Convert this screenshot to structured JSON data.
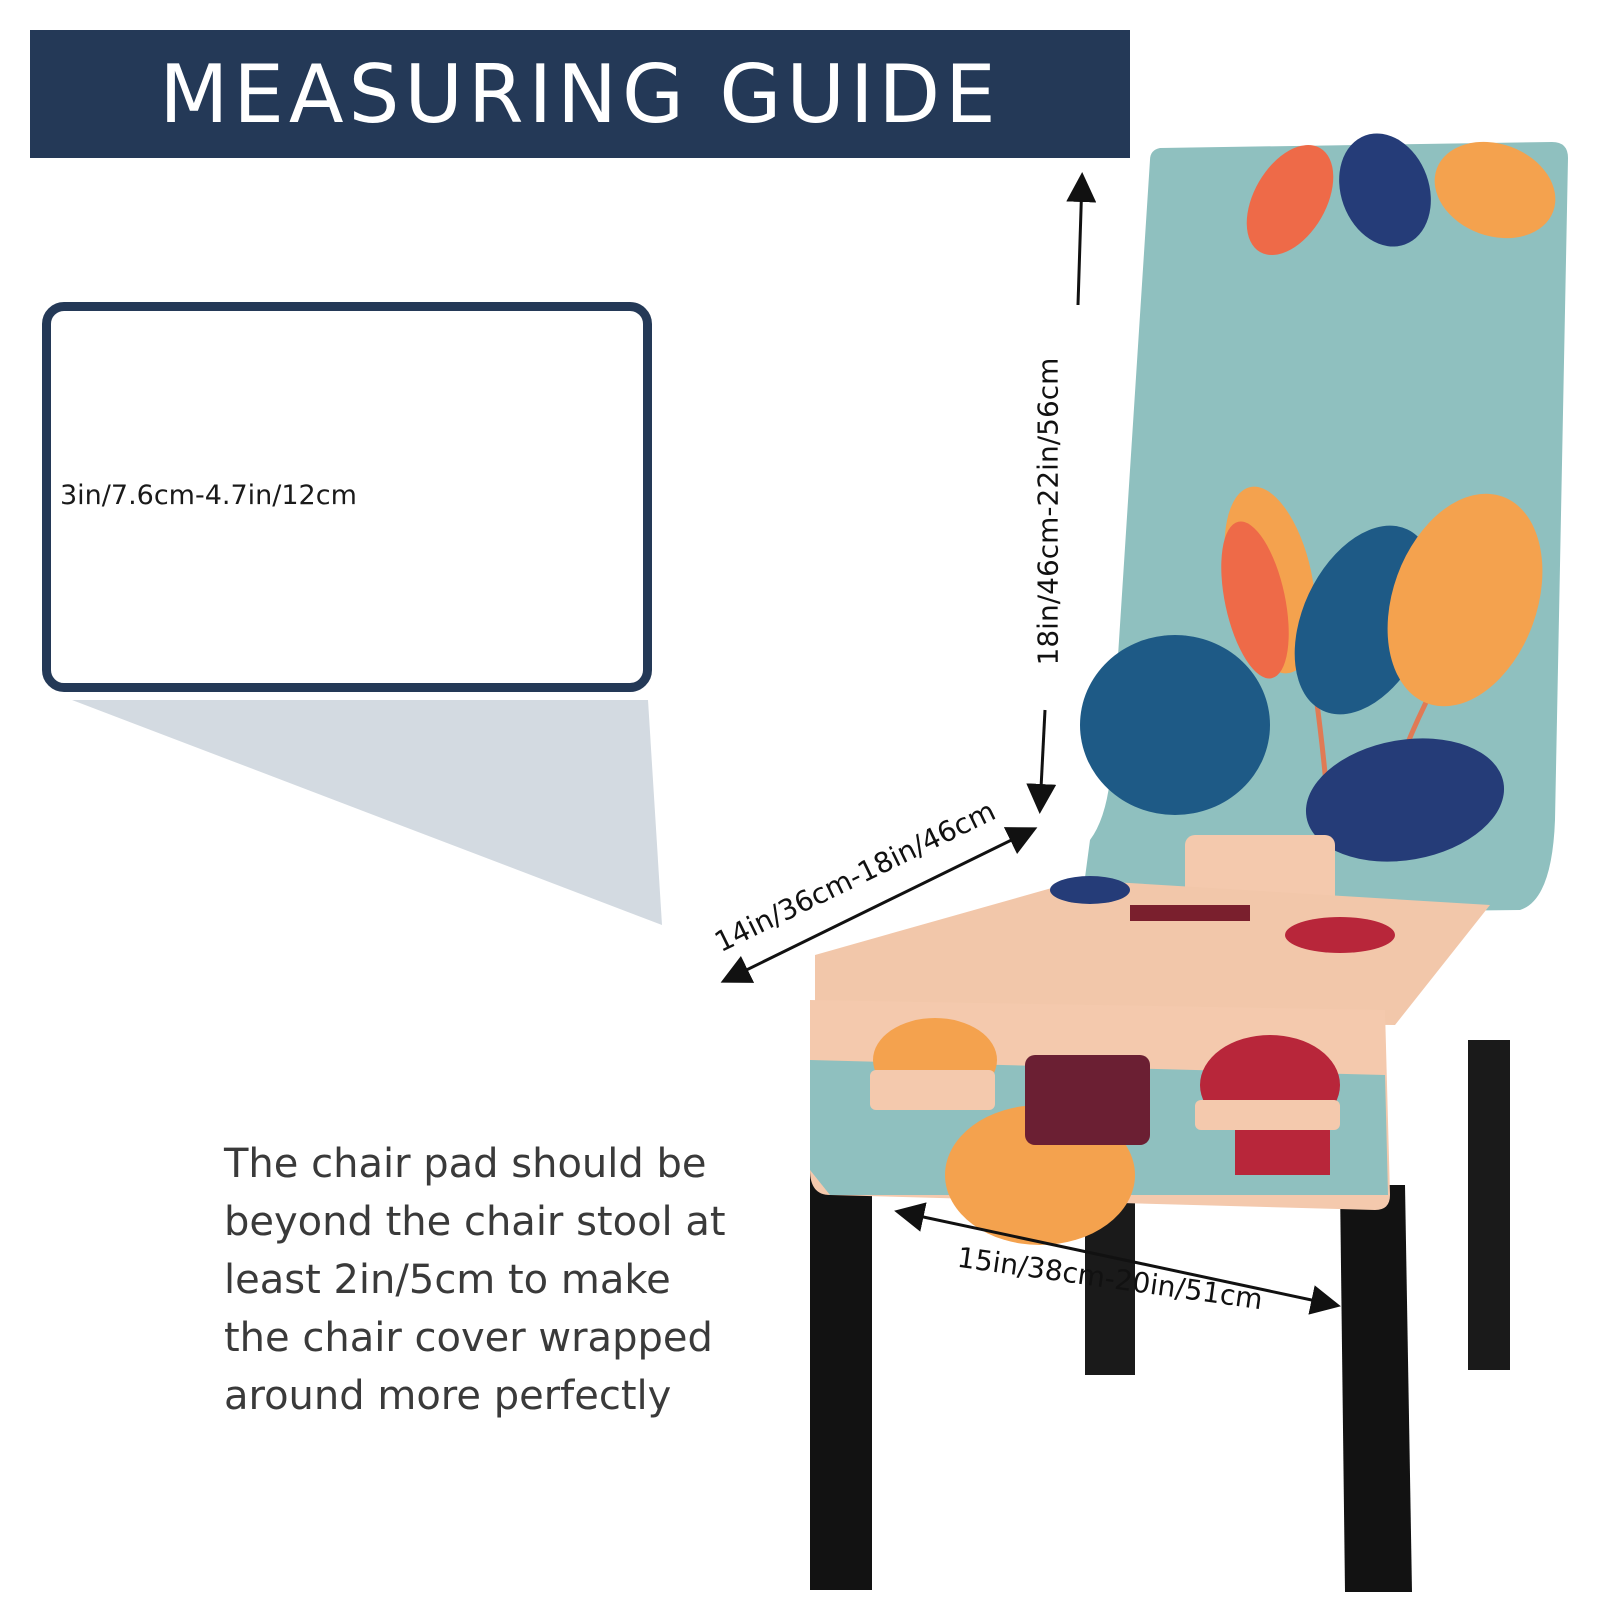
{
  "header": {
    "title": "MEASURING GUIDE"
  },
  "detail": {
    "thickness_label": "3in/7.6cm-4.7in/12cm"
  },
  "dimensions": {
    "backrest_height": "18in/46cm-22in/56cm",
    "seat_depth": "14in/36cm-18in/46cm",
    "seat_width": "15in/38cm-20in/51cm"
  },
  "note": {
    "lines": [
      "The chair pad should be",
      "beyond the chair stool at",
      "least 2in/5cm to make",
      "the chair cover wrapped",
      "around more perfectly"
    ]
  },
  "colors": {
    "navy": "#243957",
    "teal": "#8fc0bf",
    "peach": "#f4c9ad",
    "orange": "#f4a24e",
    "coral": "#ee6a48",
    "leaf_blue": "#1e5a86",
    "leaf_navy": "#253c78",
    "crimson": "#b8263a",
    "wood": "#1a1a1a",
    "callout_gray": "#d3dae1"
  }
}
